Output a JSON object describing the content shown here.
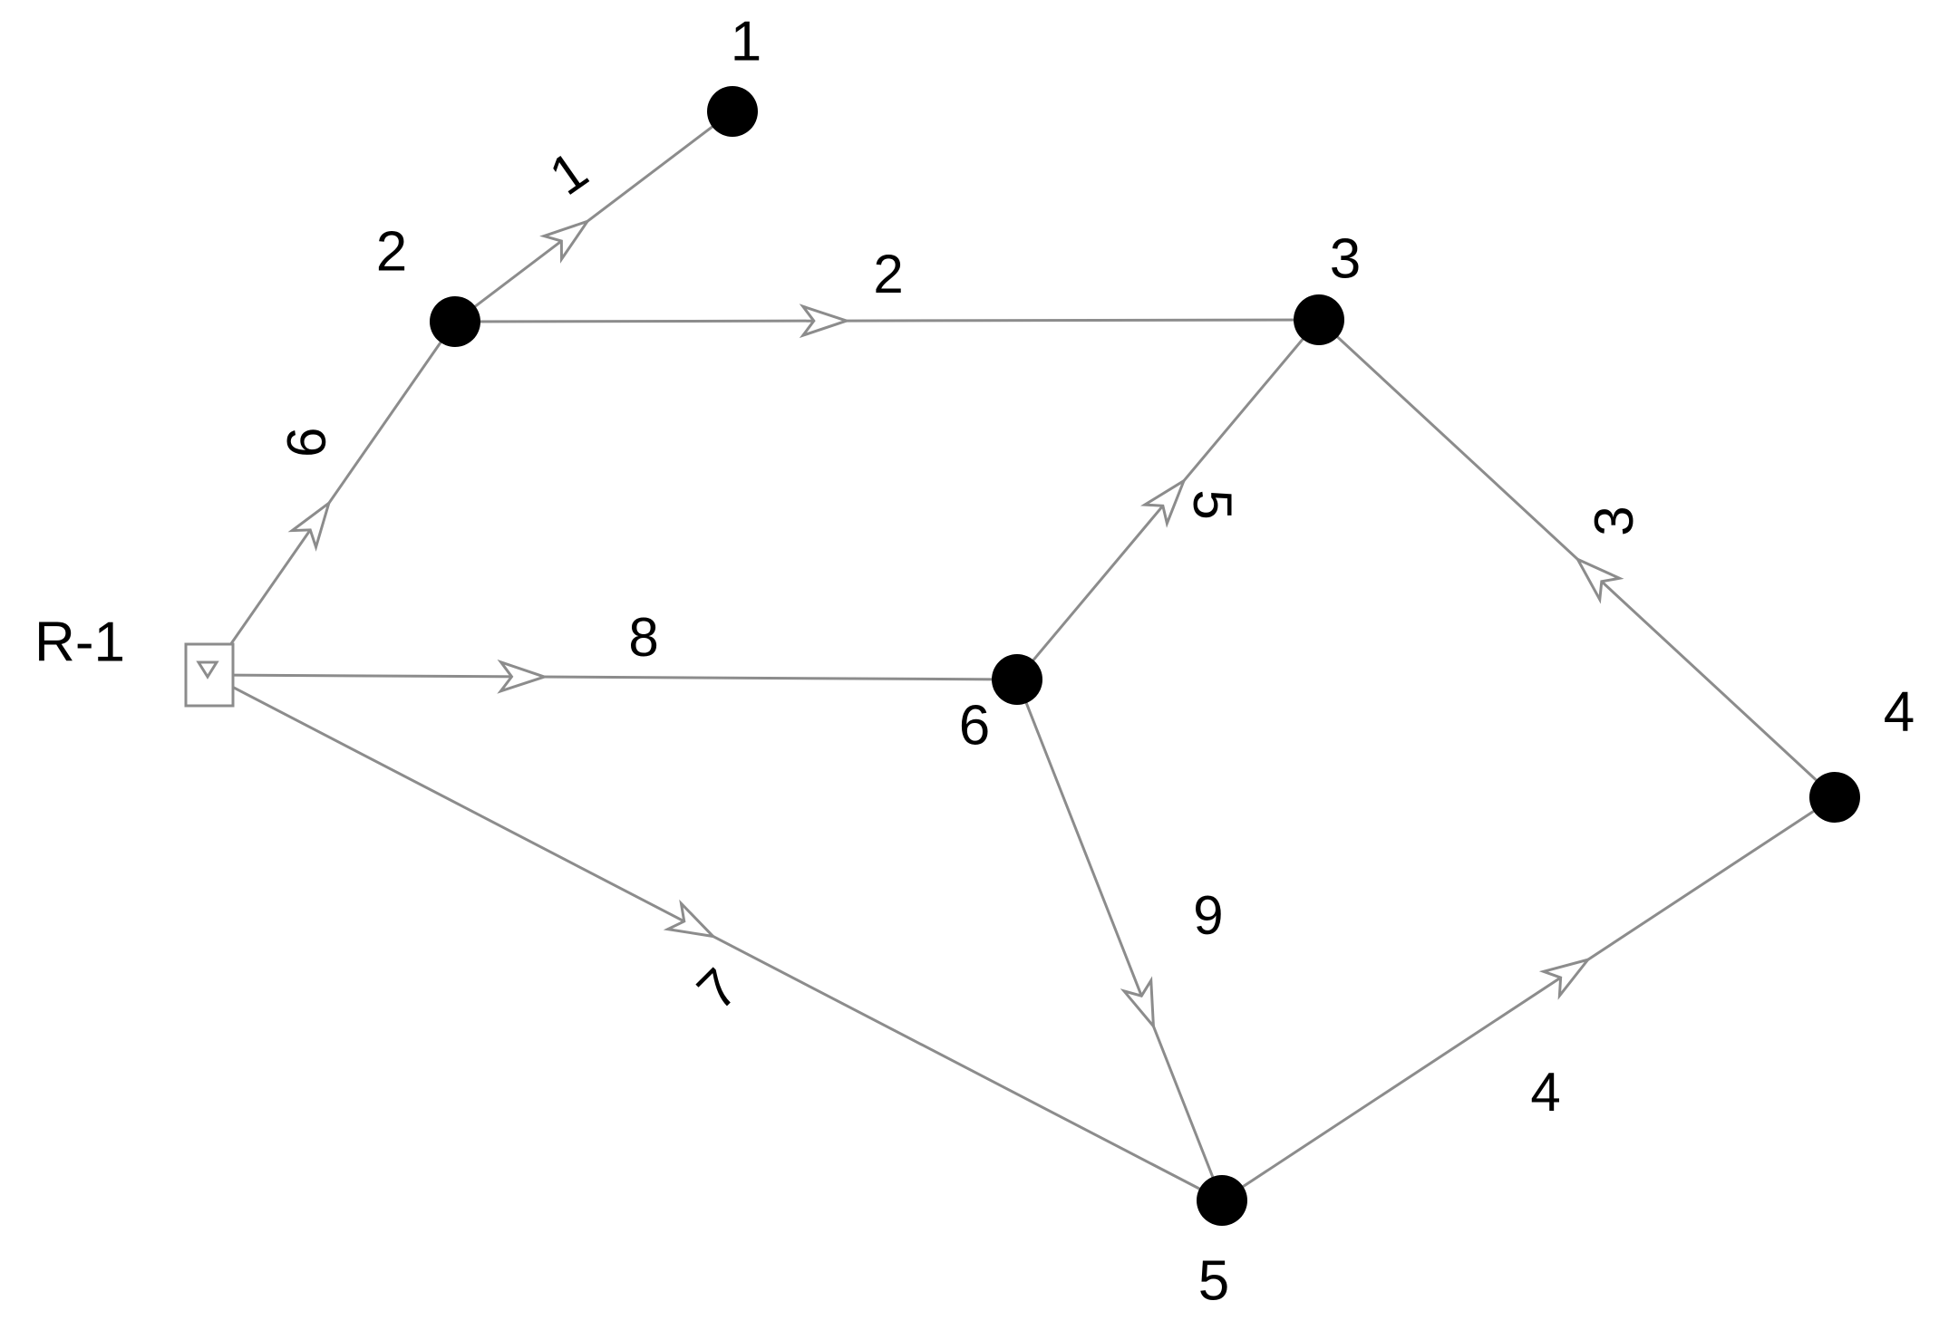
{
  "diagram": {
    "colors": {
      "line": "#8c8c8c",
      "node": "#000000",
      "label": "#000000",
      "background": "#ffffff"
    },
    "reservoir": {
      "id": "R-1",
      "label": "R-1"
    },
    "nodes": [
      {
        "id": "1",
        "label": "1"
      },
      {
        "id": "2",
        "label": "2"
      },
      {
        "id": "3",
        "label": "3"
      },
      {
        "id": "4",
        "label": "4"
      },
      {
        "id": "5",
        "label": "5"
      },
      {
        "id": "6",
        "label": "6"
      }
    ],
    "links": [
      {
        "id": "1",
        "label": "1",
        "from": "2",
        "to": "1"
      },
      {
        "id": "2",
        "label": "2",
        "from": "2",
        "to": "3"
      },
      {
        "id": "3",
        "label": "3",
        "from": "4",
        "to": "3"
      },
      {
        "id": "4",
        "label": "4",
        "from": "5",
        "to": "4"
      },
      {
        "id": "5",
        "label": "5",
        "from": "6",
        "to": "3"
      },
      {
        "id": "6",
        "label": "6",
        "from": "6",
        "to": "5"
      },
      {
        "id": "7",
        "label": "7",
        "from": "R-1",
        "to": "5"
      },
      {
        "id": "8",
        "label": "8",
        "from": "R-1",
        "to": "6"
      },
      {
        "id": "9",
        "label": "9",
        "from": "R-1",
        "to": "2"
      }
    ]
  }
}
